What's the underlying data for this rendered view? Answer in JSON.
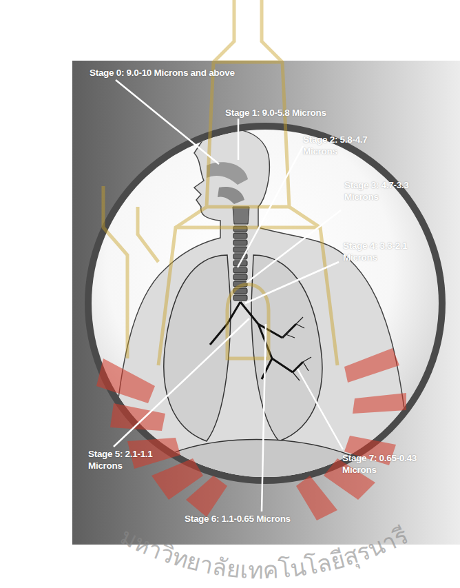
{
  "diagram": {
    "labels": [
      "Stage 0: 9.0-10 Microns and above",
      "Stage 1: 9.0-5.8 Microns",
      "Stage 2: 5.8-4.7 Microns",
      "Stage 3: 4.7-3.3 Microns",
      "Stage 4: 3.3-2.1 Microns",
      "Stage 5: 2.1-1.1 Microns",
      "Stage 6: 1.1-0.65 Microns",
      "Stage 7: 0.65-0.43 Microns",
      "มหาวิทยาลัยเทคโนโลยีสุรนารี"
    ]
  }
}
